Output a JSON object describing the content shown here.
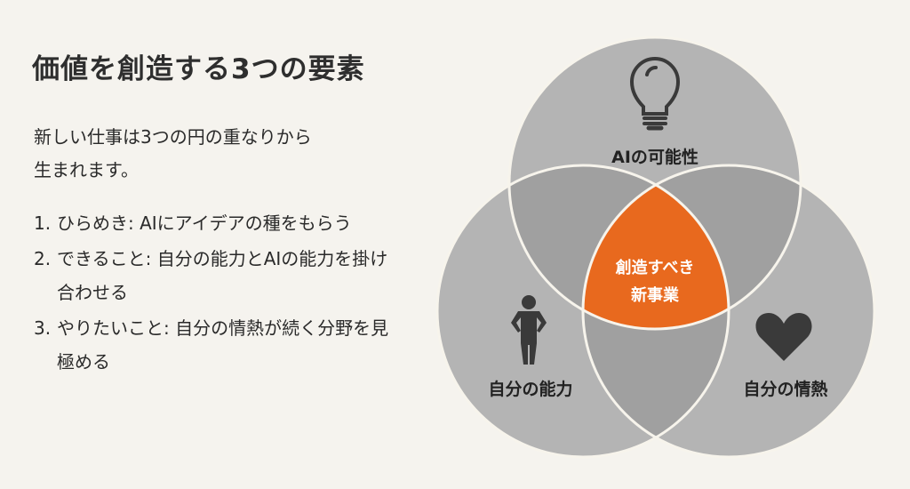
{
  "title": "価値を創造する3つの要素",
  "intro": [
    "新しい仕事は3つの円の重なりから",
    "生まれます。"
  ],
  "list": [
    {
      "num": "1.",
      "text": "ひらめき: AIにアイデアの種をもらう"
    },
    {
      "num": "2.",
      "text": "できること: 自分の能力とAIの能力を掛け合わせる"
    },
    {
      "num": "3.",
      "text": "やりたいこと: 自分の情熱が続く分野を見極める"
    }
  ],
  "venn": {
    "top": {
      "label": "AIの可能性",
      "icon": "lightbulb-icon"
    },
    "left": {
      "label": "自分の能力",
      "icon": "person-icon"
    },
    "right": {
      "label": "自分の情熱",
      "icon": "heart-icon"
    },
    "center": {
      "line1": "創造すべき",
      "line2": "新事業"
    },
    "colors": {
      "circle": "#b4b4b4",
      "overlap": "#a0a0a0",
      "center": "#e8691e",
      "stroke": "#f7f4ec"
    }
  }
}
